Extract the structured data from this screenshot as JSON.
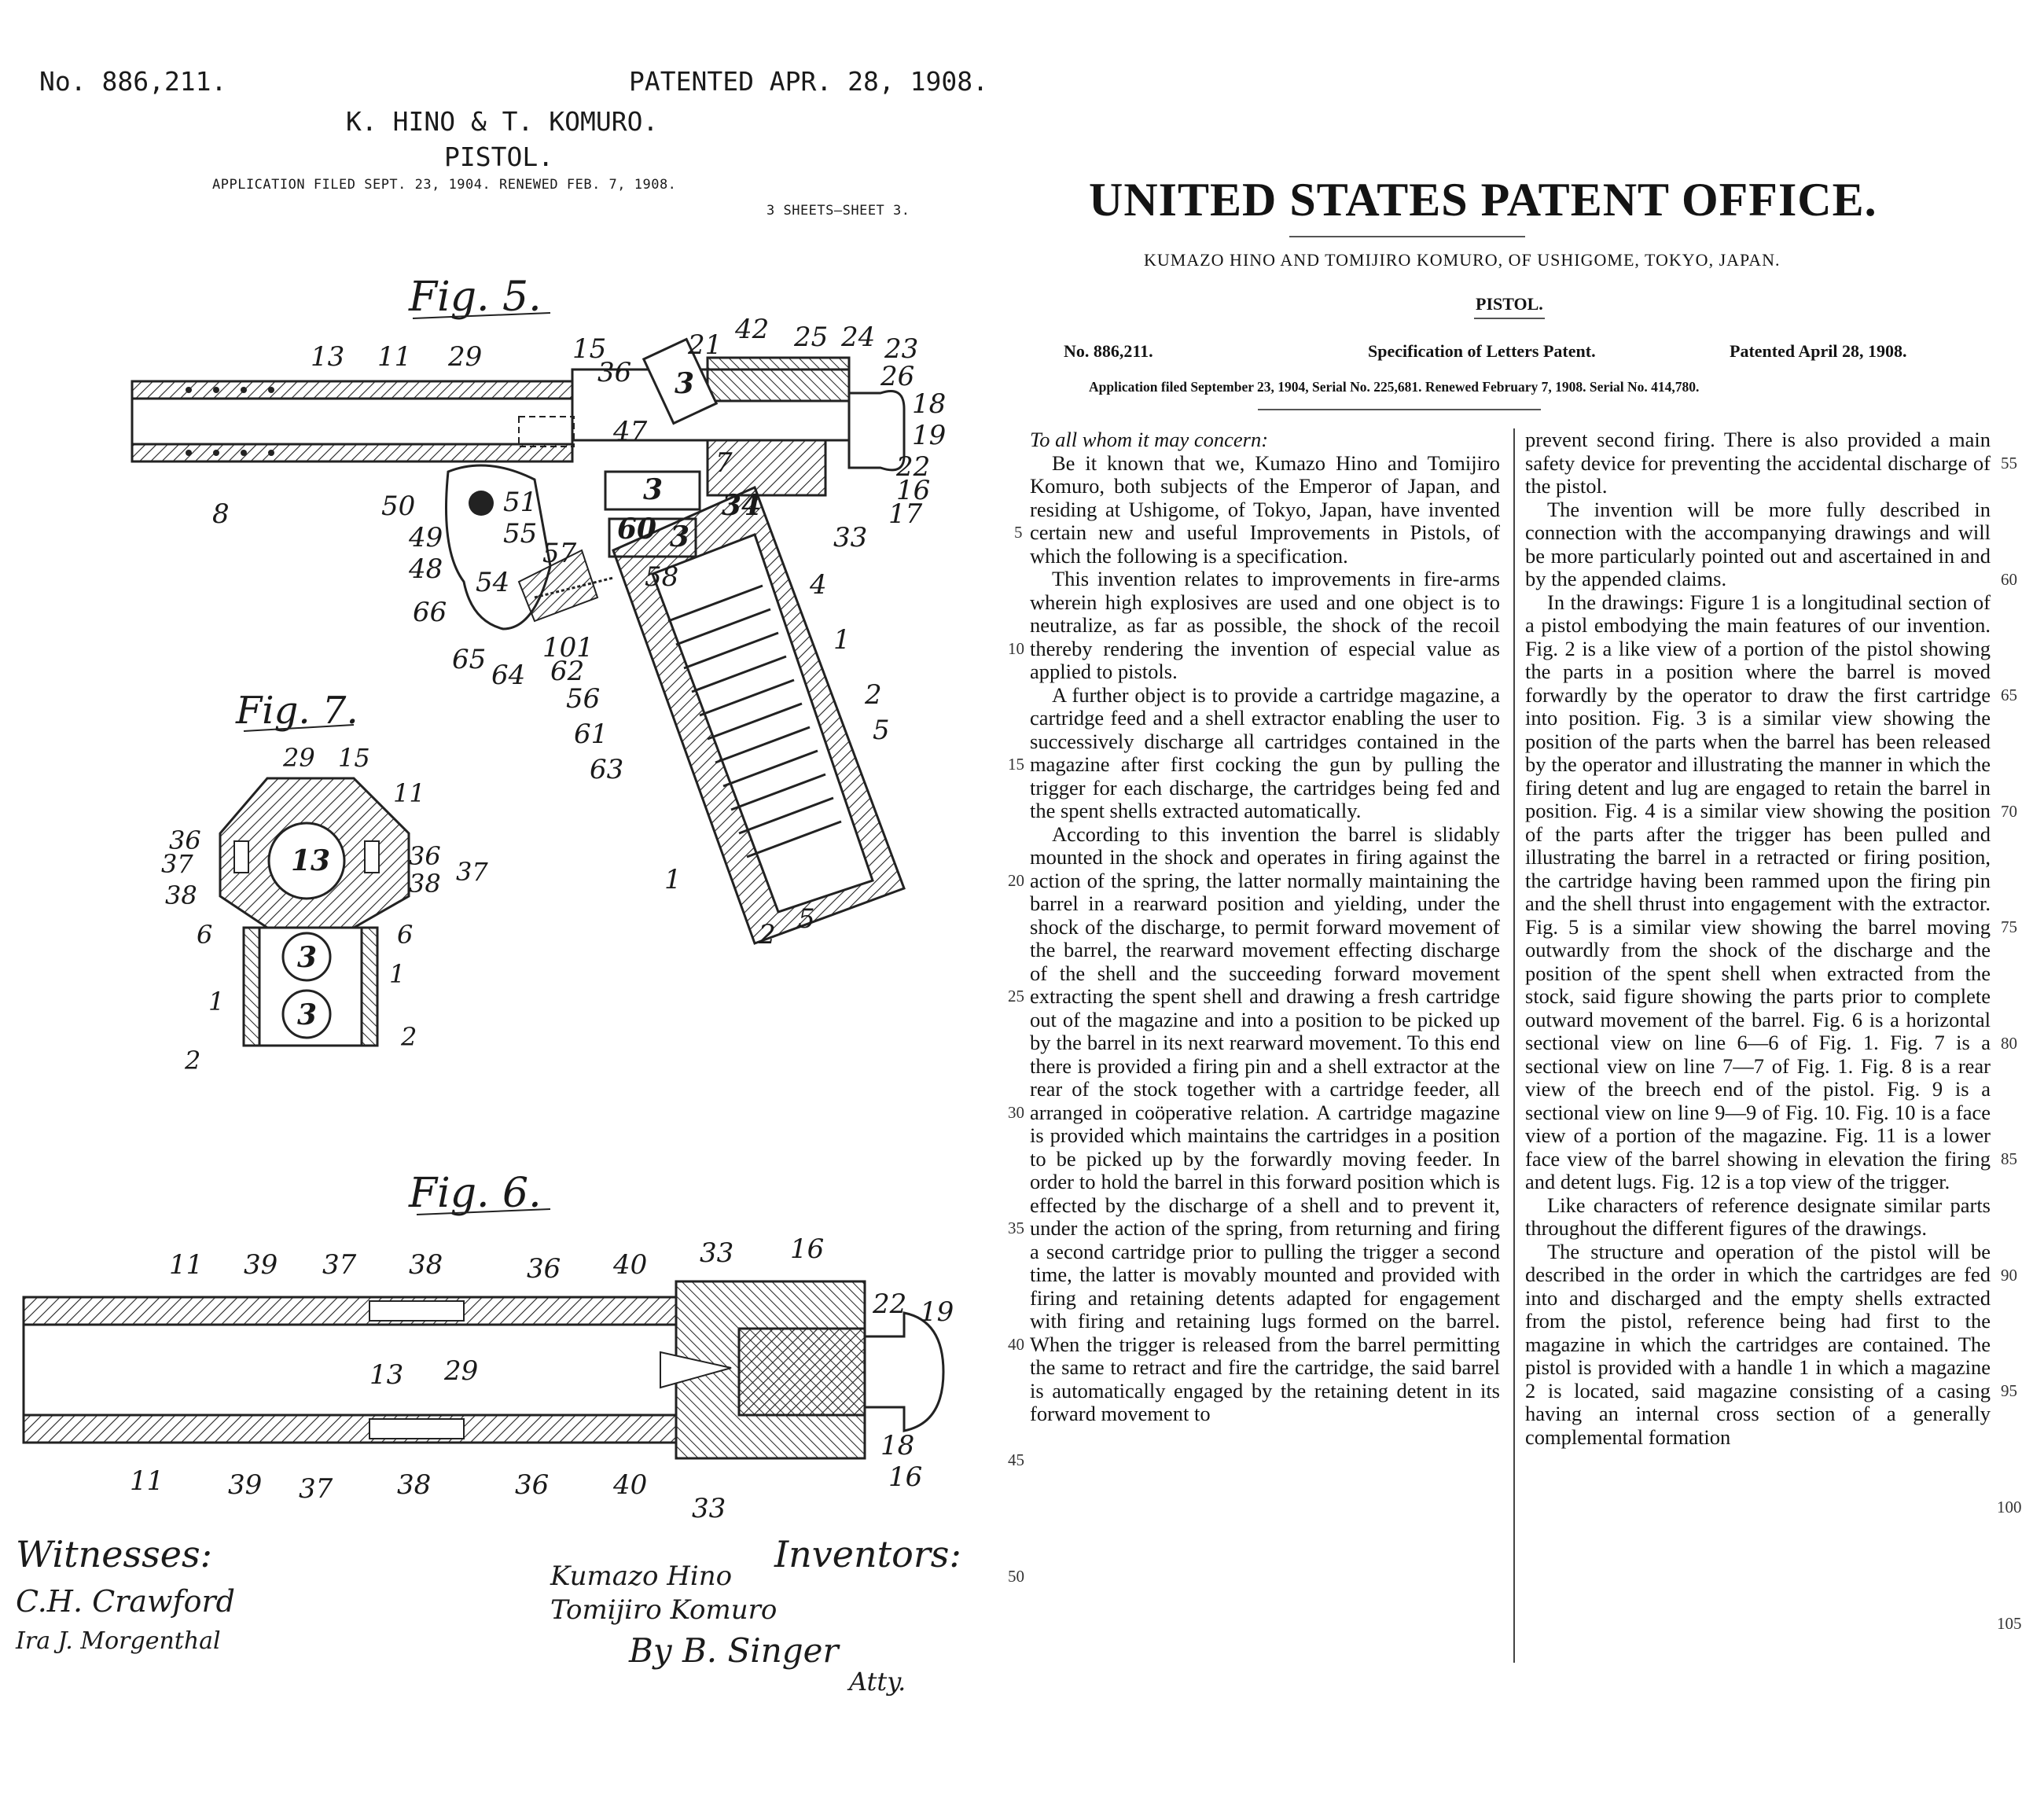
{
  "sheet": {
    "patent_no": "No. 886,211.",
    "patented_date": "PATENTED APR. 28, 1908.",
    "inventors_line": "K. HINO & T. KOMURO.",
    "title": "PISTOL.",
    "application_line": "APPLICATION FILED SEPT. 23, 1904. RENEWED FEB. 7, 1908.",
    "sheets_line": "3 SHEETS—SHEET 3."
  },
  "figures": {
    "fig5_label": "Fig. 5.",
    "fig7_label": "Fig. 7.",
    "fig6_label": "Fig. 6.",
    "fig5_refs": [
      "13",
      "11",
      "29",
      "15",
      "36",
      "42",
      "21",
      "25",
      "24",
      "23",
      "26",
      "18",
      "19",
      "22",
      "16",
      "17",
      "33",
      "3",
      "47",
      "7",
      "3",
      "34",
      "60",
      "3",
      "8",
      "50",
      "51",
      "49",
      "55",
      "48",
      "57",
      "54",
      "58",
      "4",
      "66",
      "65",
      "64",
      "101",
      "62",
      "56",
      "1",
      "61",
      "2",
      "63",
      "5",
      "1",
      "2",
      "5"
    ],
    "fig7_refs": [
      "29",
      "15",
      "11",
      "36",
      "37",
      "13",
      "36",
      "38",
      "37",
      "38",
      "6",
      "6",
      "3",
      "1",
      "1",
      "3",
      "2",
      "2"
    ],
    "fig6_refs": [
      "11",
      "39",
      "37",
      "38",
      "36",
      "40",
      "33",
      "16",
      "22",
      "19",
      "13",
      "29",
      "18",
      "16",
      "11",
      "39",
      "37",
      "38",
      "36",
      "40",
      "33"
    ]
  },
  "signatures": {
    "witnesses_label": "Witnesses:",
    "witness_1": "C.H. Crawford",
    "witness_2": "Ira J. Morgenthal",
    "inventors_label": "Inventors:",
    "inventor_1": "Kumazo Hino",
    "inventor_2": "Tomijiro Komuro",
    "attorney": "By B. Singer",
    "attorney_suffix": "Atty."
  },
  "spec": {
    "office_title": "UNITED STATES PATENT OFFICE.",
    "inventors_address": "KUMAZO HINO AND TOMIJIRO KOMURO, OF USHIGOME, TOKYO, JAPAN.",
    "title": "PISTOL.",
    "number": "No. 886,211.",
    "spec_label": "Specification of Letters Patent.",
    "patented": "Patented April 28, 1908.",
    "application": "Application filed September 23, 1904, Serial No. 225,681. Renewed February 7, 1908. Serial No. 414,780.",
    "left_column": [
      "To all whom it may concern:",
      "Be it known that we, Kumazo Hino and Tomijiro Komuro, both subjects of the Emperor of Japan, and residing at Ushigome, of Tokyo, Japan, have invented certain new and useful Improvements in Pistols, of which the following is a specification.",
      "This invention relates to improvements in fire-arms wherein high explosives are used and one object is to neutralize, as far as possible, the shock of the recoil thereby rendering the invention of especial value as applied to pistols.",
      "A further object is to provide a cartridge magazine, a cartridge feed and a shell extractor enabling the user to successively discharge all cartridges contained in the magazine after first cocking the gun by pulling the trigger for each discharge, the cartridges being fed and the spent shells extracted automatically.",
      "According to this invention the barrel is slidably mounted in the shock and operates in firing against the action of the spring, the latter normally maintaining the barrel in a rearward position and yielding, under the shock of the discharge, to permit forward movement of the barrel, the rearward movement effecting discharge of the shell and the succeeding forward movement extracting the spent shell and drawing a fresh cartridge out of the magazine and into a position to be picked up by the barrel in its next rearward movement. To this end there is provided a firing pin and a shell extractor at the rear of the stock together with a cartridge feeder, all arranged in coöperative relation. A cartridge magazine is provided which maintains the cartridges in a position to be picked up by the forwardly moving feeder. In order to hold the barrel in this forward position which is effected by the discharge of a shell and to prevent it, under the action of the spring, from returning and firing a second cartridge prior to pulling the trigger a second time, the latter is movably mounted and provided with firing and retaining detents adapted for engagement with firing and retaining lugs formed on the barrel. When the trigger is released from the barrel permitting the same to retract and fire the cartridge, the said barrel is automatically engaged by the retaining detent in its forward movement to"
    ],
    "right_column": [
      "prevent second firing. There is also provided a main safety device for preventing the accidental discharge of the pistol.",
      "The invention will be more fully described in connection with the accompanying drawings and will be more particularly pointed out and ascertained in and by the appended claims.",
      "In the drawings: Figure 1 is a longitudinal section of a pistol embodying the main features of our invention. Fig. 2 is a like view of a portion of the pistol showing the parts in a position where the barrel is moved forwardly by the operator to draw the first cartridge into position. Fig. 3 is a similar view showing the position of the parts when the barrel has been released by the operator and illustrating the manner in which the firing detent and lug are engaged to retain the barrel in position. Fig. 4 is a similar view showing the position of the parts after the trigger has been pulled and illustrating the barrel in a retracted or firing position, the cartridge having been rammed upon the firing pin and the shell thrust into engagement with the extractor. Fig. 5 is a similar view showing the barrel moving outwardly from the shock of the discharge and the position of the spent shell when extracted from the stock, said figure showing the parts prior to complete outward movement of the barrel. Fig. 6 is a horizontal sectional view on line 6—6 of Fig. 1. Fig. 7 is a sectional view on line 7—7 of Fig. 1. Fig. 8 is a rear view of the breech end of the pistol. Fig. 9 is a sectional view on line 9—9 of Fig. 10. Fig. 10 is a face view of a portion of the magazine. Fig. 11 is a lower face view of the barrel showing in elevation the firing and detent lugs. Fig. 12 is a top view of the trigger.",
      "Like characters of reference designate similar parts throughout the different figures of the drawings.",
      "The structure and operation of the pistol will be described in the order in which the cartridges are fed into and discharged and the empty shells extracted from the pistol, reference being had first to the magazine in which the cartridges are contained. The pistol is provided with a handle 1 in which a magazine 2 is located, said magazine consisting of a casing having an internal cross section of a generally complemental formation"
    ],
    "left_line_numbers": [
      "5",
      "10",
      "15",
      "20",
      "25",
      "30",
      "35",
      "40",
      "45",
      "50"
    ],
    "right_line_numbers": [
      "55",
      "60",
      "65",
      "70",
      "75",
      "80",
      "85",
      "90",
      "95",
      "100",
      "105"
    ]
  }
}
